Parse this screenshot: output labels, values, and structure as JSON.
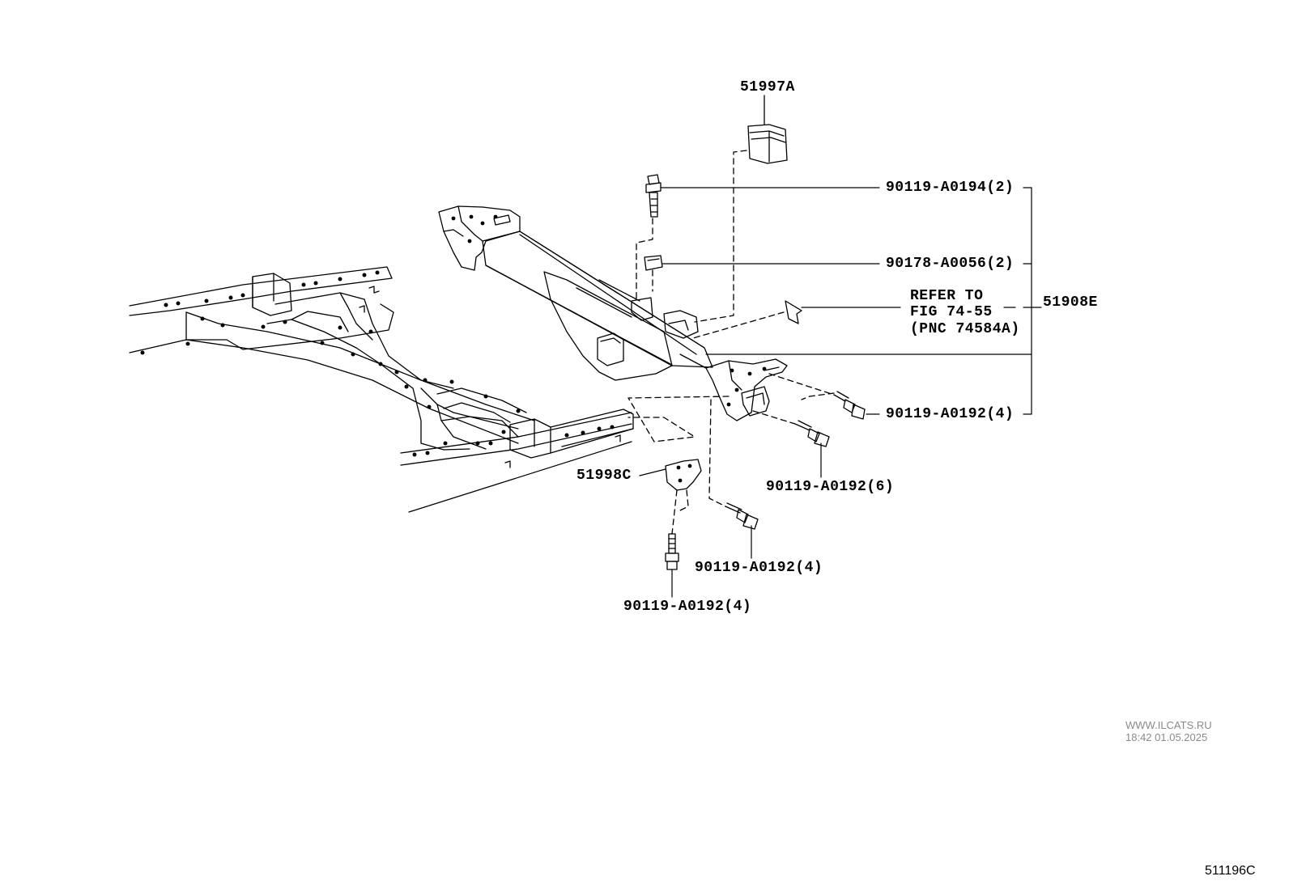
{
  "callouts": {
    "bracket_upper_insulator": "51997A",
    "bolt_a0194": "90119-A0194(2)",
    "nut_a0056": "90178-A0056(2)",
    "refer_line1": "REFER TO",
    "refer_line2": "FIG 74-55",
    "refer_line3": "(PNC 74584A)",
    "crossmember_assy": "51908E",
    "bolt_a0192_right": "90119-A0192(4)",
    "bolt_a0192_mid": "90119-A0192(6)",
    "bracket_lower": "51998C",
    "bolt_a0192_lower_right": "90119-A0192(4)",
    "bolt_a0192_lower_left": "90119-A0192(4)"
  },
  "watermark": {
    "site": "WWW.ILCATS.RU",
    "timestamp": "18:42 01.05.2025"
  },
  "figure_number": "511196C"
}
